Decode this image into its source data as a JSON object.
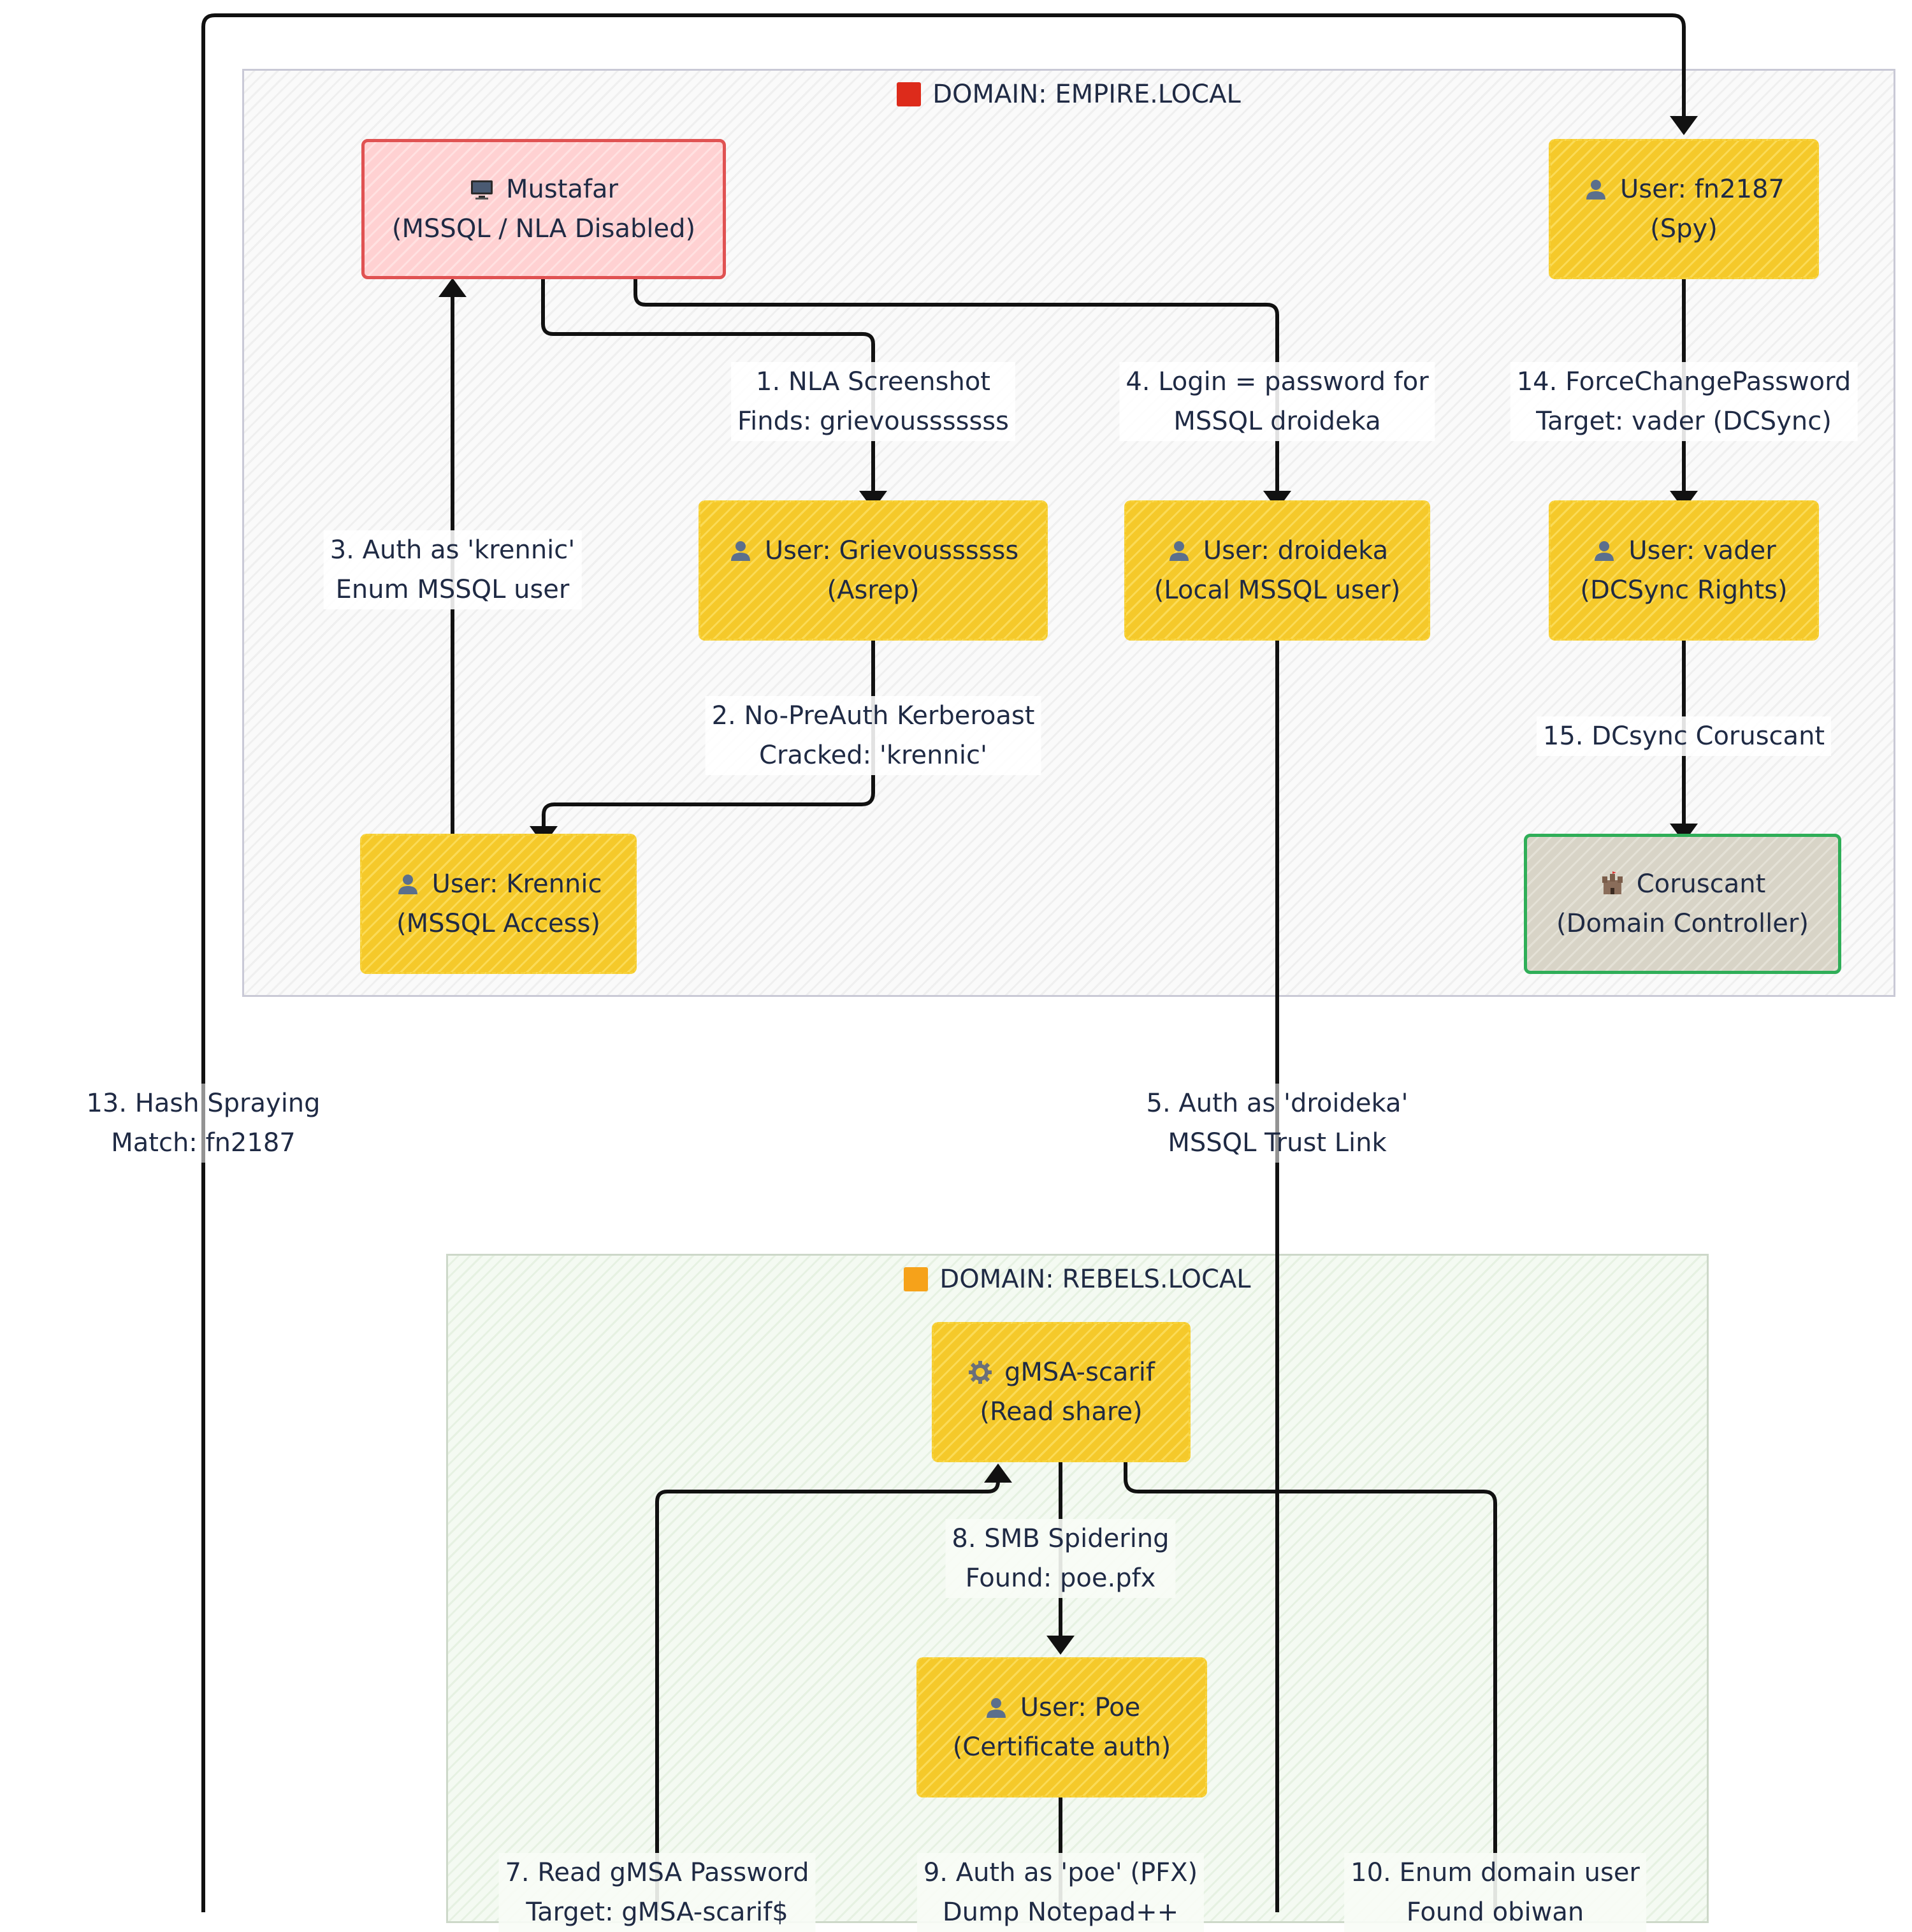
{
  "clusters": {
    "empire": {
      "title": "DOMAIN: EMPIRE.LOCAL",
      "marker_color": "#dd2b1b"
    },
    "rebels": {
      "title": "DOMAIN: REBELS.LOCAL",
      "marker_color": "#f6a21a"
    }
  },
  "nodes": {
    "mustafar": {
      "icon": "monitor-icon",
      "line1": "Mustafar",
      "line2": "(MSSQL / NLA Disabled)"
    },
    "fn2187": {
      "icon": "user-icon",
      "line1": "User: fn2187",
      "line2": "(Spy)"
    },
    "grievous": {
      "icon": "user-icon",
      "line1": "User: Grievoussssss",
      "line2": "(Asrep)"
    },
    "droideka": {
      "icon": "user-icon",
      "line1": "User: droideka",
      "line2": "(Local MSSQL user)"
    },
    "vader": {
      "icon": "user-icon",
      "line1": "User: vader",
      "line2": "(DCSync Rights)"
    },
    "krennic": {
      "icon": "user-icon",
      "line1": "User: Krennic",
      "line2": "(MSSQL Access)"
    },
    "coruscant": {
      "icon": "castle-icon",
      "line1": "Coruscant",
      "line2": "(Domain Controller)"
    },
    "gmsa": {
      "icon": "gear-icon",
      "line1": "gMSA-scarif",
      "line2": "(Read share)"
    },
    "poe": {
      "icon": "user-icon",
      "line1": "User: Poe",
      "line2": "(Certificate auth)"
    }
  },
  "edges": {
    "e1": {
      "line1": "1. NLA Screenshot",
      "line2": "Finds: grievousssssss"
    },
    "e2": {
      "line1": "2. No-PreAuth Kerberoast",
      "line2": "Cracked: 'krennic'"
    },
    "e3": {
      "line1": "3. Auth as 'krennic'",
      "line2": "Enum MSSQL user"
    },
    "e4": {
      "line1": "4. Login = password for",
      "line2": "MSSQL droideka"
    },
    "e5": {
      "line1": "5. Auth as 'droideka'",
      "line2": "MSSQL Trust Link"
    },
    "e7": {
      "line1": "7. Read gMSA Password",
      "line2": "Target: gMSA-scarif$"
    },
    "e8": {
      "line1": "8. SMB Spidering",
      "line2": "Found: poe.pfx"
    },
    "e9": {
      "line1": "9. Auth as 'poe' (PFX)",
      "line2": "Dump Notepad++"
    },
    "e10": {
      "line1": "10. Enum domain user",
      "line2": "Found obiwan"
    },
    "e13": {
      "line1": "13. Hash Spraying",
      "line2": "Match: fn2187"
    },
    "e14": {
      "line1": "14. ForceChangePassword",
      "line2": "Target: vader (DCSync)"
    },
    "e15": {
      "line1": "15. DCsync Coruscant",
      "line2": ""
    }
  }
}
